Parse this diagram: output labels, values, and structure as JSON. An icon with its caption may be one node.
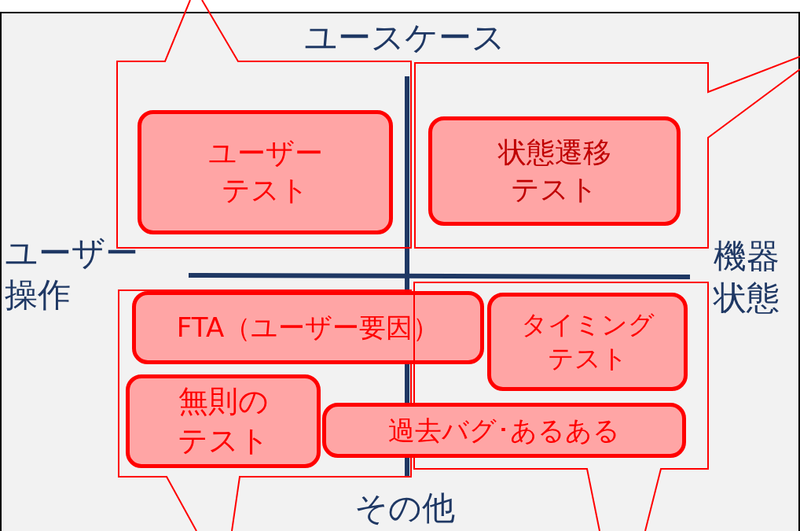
{
  "diagram": {
    "nodes": [
      {
        "text": [],
        "shape": "callout"
      },
      {
        "text": [
          "ユーザーテスト"
        ],
        "in": 0
      },
      {
        "text": [],
        "shape": "callout"
      },
      {
        "text": [
          "状態遷移テスト"
        ],
        "in": 2
      },
      {
        "text": [],
        "shape": "callout"
      },
      {
        "text": [
          "FTA（ユーザー要因）"
        ]
      },
      {
        "text": [
          "無則のテスト"
        ],
        "in": 4
      },
      {
        "text": [],
        "shape": "callout"
      },
      {
        "text": [
          "タイミングテスト"
        ],
        "in": 7
      },
      {
        "text": [
          "過去バグ･あるある"
        ]
      }
    ],
    "edges": [],
    "labels": [
      "ユースケース",
      "ユーザー操作",
      "機器状態",
      "その他"
    ]
  }
}
